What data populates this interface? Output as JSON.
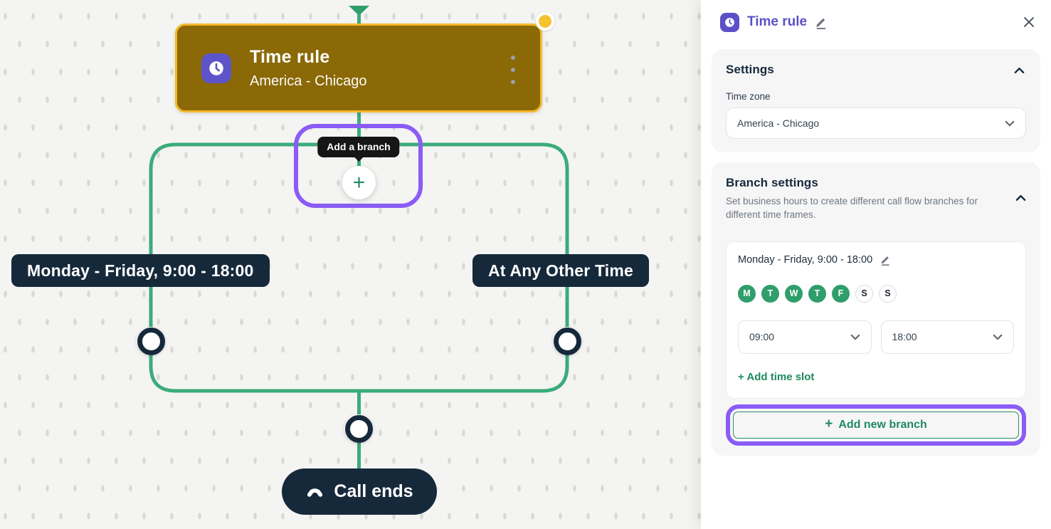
{
  "colors": {
    "canvas_bg": "#f4f4f2",
    "edge_green": "#3cab7c",
    "navy": "#16293b",
    "node_gold_fill": "#8a6906",
    "node_gold_border": "#f3b82c",
    "notification_yellow": "#f6c230",
    "purple_accent": "#5b50c8",
    "purple_highlight": "#8a5cf5",
    "chip_green": "#2f9e6b",
    "action_green": "#1e8a5e"
  },
  "icons": {
    "plus": "+"
  },
  "canvas": {
    "node": {
      "title": "Time rule",
      "subtitle": "America - Chicago"
    },
    "tooltip": "Add a branch",
    "branches": {
      "left": "Monday - Friday, 9:00 - 18:00",
      "right": "At Any Other Time"
    },
    "call_ends": "Call ends"
  },
  "panel": {
    "title": "Time rule",
    "settings": {
      "title": "Settings",
      "timezone_label": "Time zone",
      "timezone_value": "America - Chicago"
    },
    "branch_settings": {
      "title": "Branch settings",
      "description": "Set business hours to create different call flow branches for different time frames.",
      "slot": {
        "title": "Monday - Friday, 9:00 - 18:00",
        "days": [
          {
            "label": "M",
            "active": true
          },
          {
            "label": "T",
            "active": true
          },
          {
            "label": "W",
            "active": true
          },
          {
            "label": "T",
            "active": true
          },
          {
            "label": "F",
            "active": true
          },
          {
            "label": "S",
            "active": false
          },
          {
            "label": "S",
            "active": false
          }
        ],
        "start_time": "09:00",
        "end_time": "18:00",
        "add_time_slot": "+ Add time slot"
      },
      "add_new_branch": "Add new branch"
    }
  }
}
